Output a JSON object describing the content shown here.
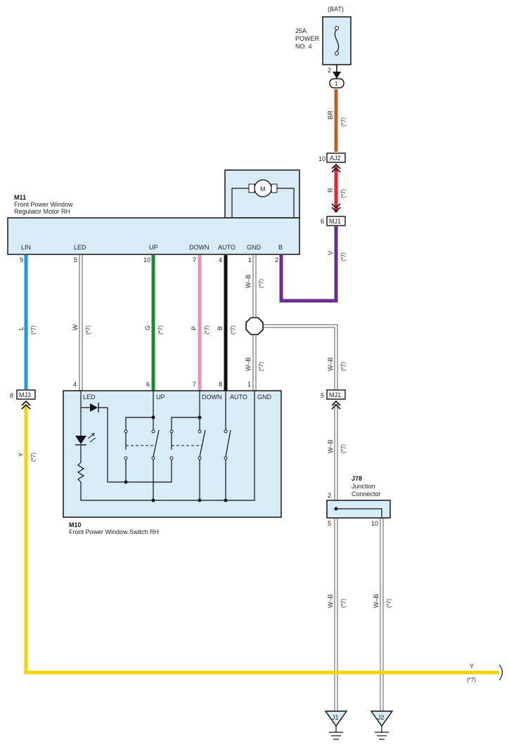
{
  "bat_label": "(BAT)",
  "fuse": {
    "l1": "25A",
    "l2": "POWER",
    "l3": "NO. 4",
    "pin": "2"
  },
  "inline_conn": "1",
  "tol": "(*7)",
  "connectors": {
    "aj2": {
      "name": "AJ2",
      "pin": "10"
    },
    "mj1_top": {
      "name": "MJ1",
      "pin": "6"
    },
    "mj3": {
      "name": "MJ3",
      "pin": "8"
    },
    "mj1_mid": {
      "name": "MJ1",
      "pin": "5"
    }
  },
  "motor": {
    "code": "M11",
    "name1": "Front Power Window",
    "name2": "Regulator Motor RH",
    "symbol": "M",
    "terminals": [
      {
        "label": "LIN",
        "pin": "9"
      },
      {
        "label": "LED",
        "pin": "5"
      },
      {
        "label": "UP",
        "pin": "10"
      },
      {
        "label": "DOWN",
        "pin": "7"
      },
      {
        "label": "AUTO",
        "pin": "4"
      },
      {
        "label": "GND",
        "pin": "1"
      },
      {
        "label": "B",
        "pin": "2"
      }
    ]
  },
  "switch": {
    "code": "M10",
    "name": "Front Power Window Switch RH",
    "terminals": [
      {
        "label": "LED",
        "pin": "4"
      },
      {
        "label": "UP",
        "pin": "6"
      },
      {
        "label": "DOWN",
        "pin": "7"
      },
      {
        "label": "AUTO",
        "pin": "8"
      },
      {
        "label": "GND",
        "pin": "1"
      }
    ]
  },
  "junction": {
    "code": "J78",
    "name1": "Junction",
    "name2": "Connector",
    "pins": [
      "2",
      "5",
      "10"
    ]
  },
  "wires": {
    "br": "BR",
    "r": "R",
    "v": "V",
    "l": "L",
    "w": "W",
    "g": "G",
    "p": "P",
    "b": "B",
    "wb": "W–B",
    "y": "Y"
  },
  "grounds": [
    "J1",
    "J2"
  ],
  "colors": {
    "brown": "#b5652a",
    "red": "#e8252f",
    "purple": "#6a2c8e",
    "blue": "#1e9ad6",
    "green": "#1a8a3a",
    "pink": "#ee8fb8",
    "black": "#111111",
    "yellow": "#f2d500",
    "box_fill": "#d8ecf8"
  }
}
